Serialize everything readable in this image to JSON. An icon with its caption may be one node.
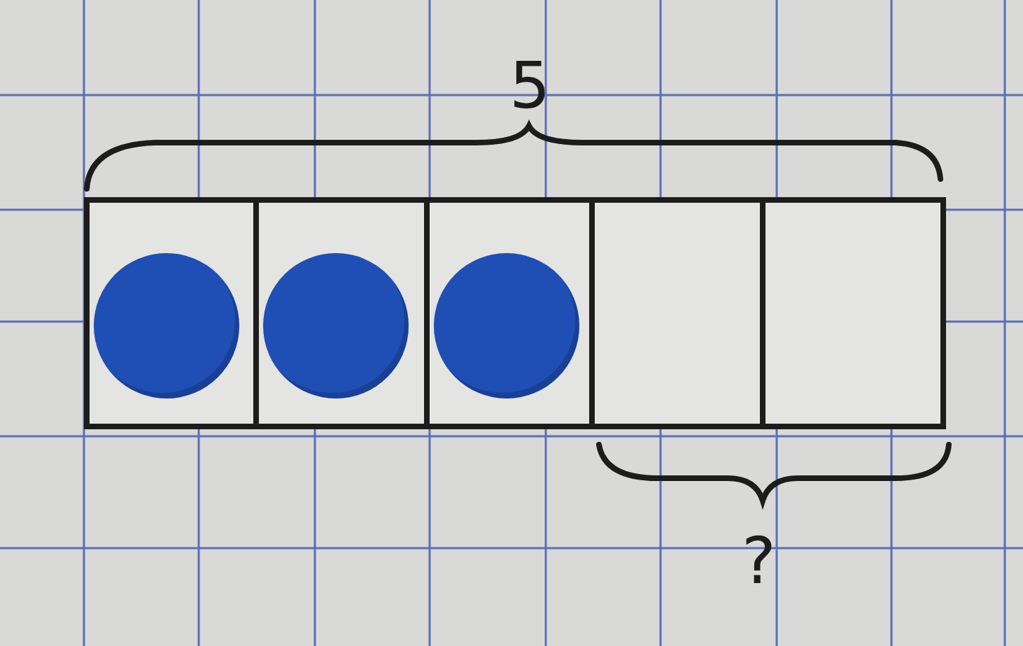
{
  "diagram": {
    "nodes": [
      {
        "text": [],
        "shape": "box"
      },
      {
        "text": [],
        "shape": "box"
      },
      {
        "text": [],
        "shape": "box"
      },
      {
        "text": [],
        "shape": "box"
      },
      {
        "text": [],
        "shape": "box"
      },
      {
        "text": [],
        "shape": "circle",
        "in": 0
      },
      {
        "text": [],
        "shape": "circle",
        "in": 1
      },
      {
        "text": [],
        "shape": "circle",
        "in": 2
      }
    ],
    "labels": [
      "5",
      "?"
    ]
  }
}
